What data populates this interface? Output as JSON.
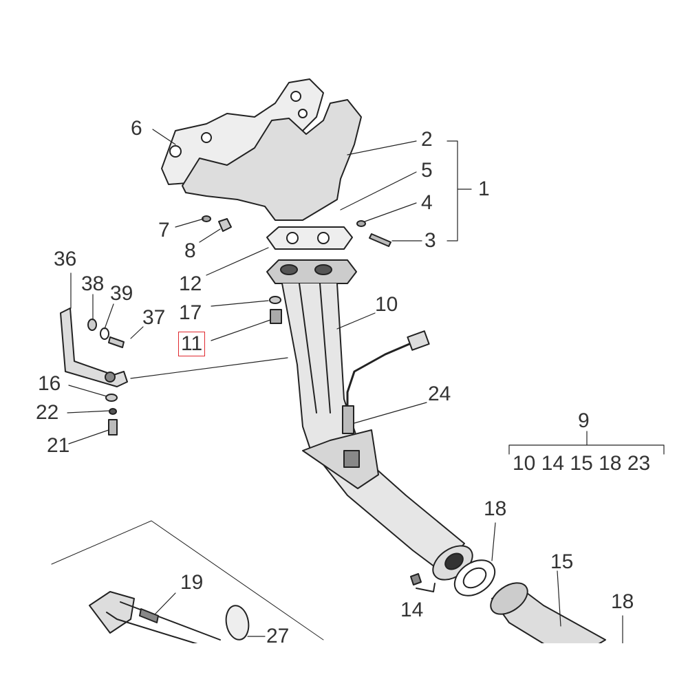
{
  "callouts": {
    "c1": "1",
    "c2": "2",
    "c3": "3",
    "c4": "4",
    "c5": "5",
    "c6": "6",
    "c7": "7",
    "c8": "8",
    "c9": "9",
    "c10": "10",
    "c11": "11",
    "c12": "12",
    "c14": "14",
    "c15": "15",
    "c16": "16",
    "c17": "17",
    "c18a": "18",
    "c18b": "18",
    "c19": "19",
    "c21": "21",
    "c22": "22",
    "c24": "24",
    "c27": "27",
    "c36": "36",
    "c37": "37",
    "c38": "38",
    "c39": "39"
  },
  "kit_9_contents": "10 14 15 18 23",
  "highlighted_callout": "11",
  "highlight_color": "#e0282e"
}
